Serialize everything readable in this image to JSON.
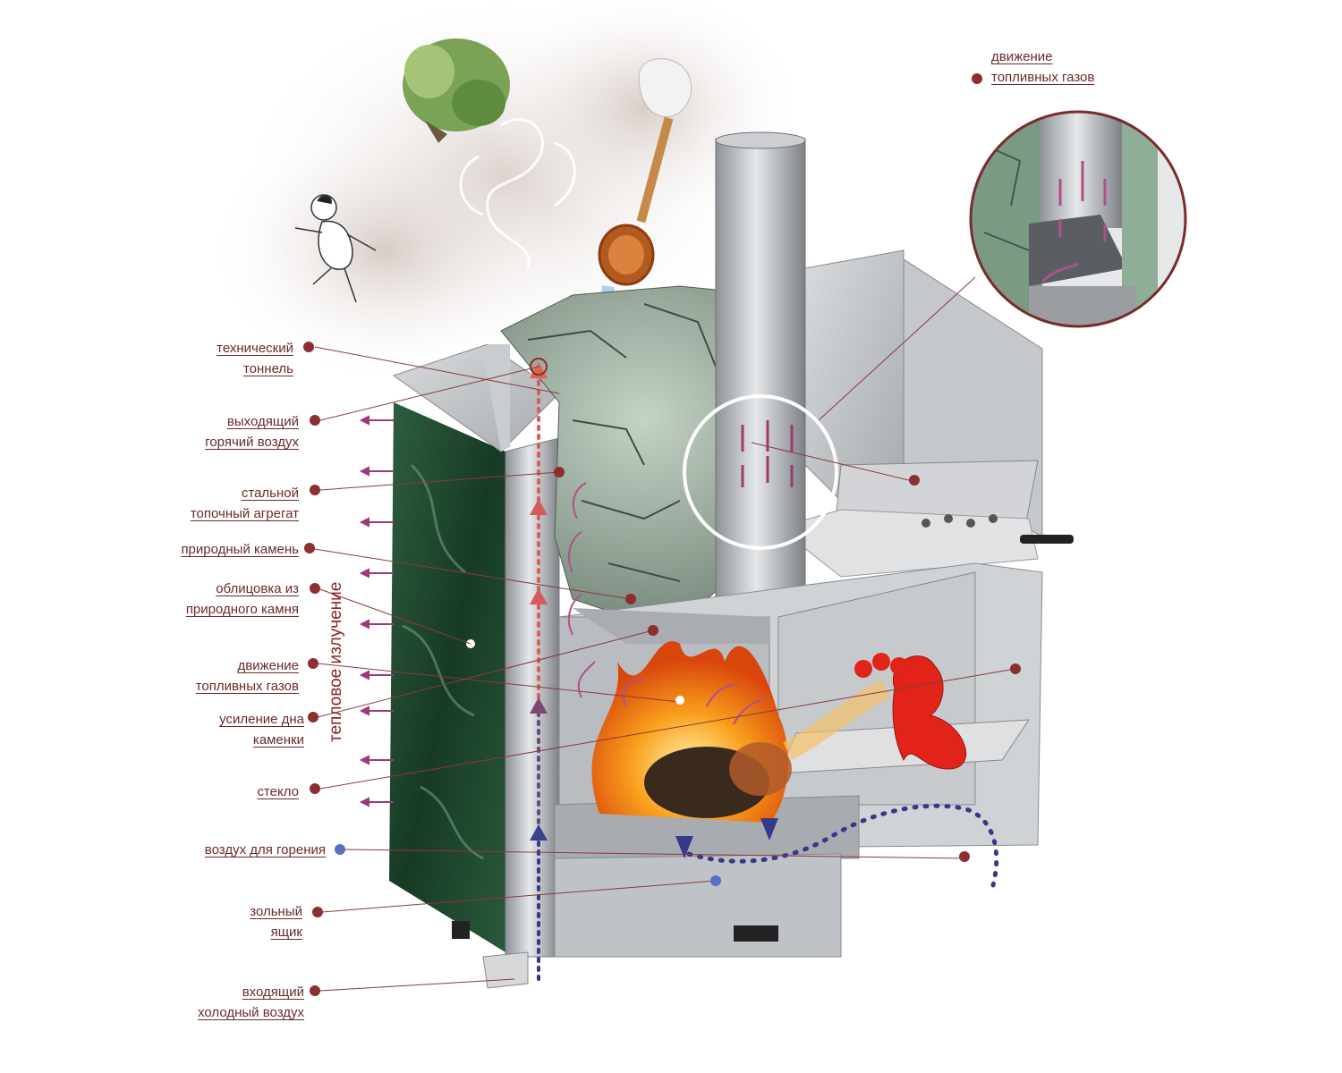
{
  "labels": {
    "tech_tunnel": [
      "технический",
      "тоннель"
    ],
    "hot_air": [
      "выходящий",
      "горячий воздух"
    ],
    "steel_unit": [
      "стальной",
      "топочный агрегат"
    ],
    "natural_stone": [
      "природный камень"
    ],
    "cladding": [
      "облицовка из",
      "природного камня"
    ],
    "fuel_gas": [
      "движение",
      "топливных газов"
    ],
    "bottom_reinforce": [
      "усиление дна",
      "каменки"
    ],
    "glass": [
      "стекло"
    ],
    "combustion_air": [
      "воздух для горения"
    ],
    "ash_box": [
      "зольный",
      "ящик"
    ],
    "cold_air": [
      "входящий",
      "холодный воздух"
    ],
    "inset_fuel_gas": [
      "движение",
      "топливных газов"
    ]
  },
  "vertical_label": "тепловое излучение",
  "colors": {
    "label_text": "#6b2a2a",
    "marker_dot": "#8b2f2f",
    "blue_dot": "#5a6ec8",
    "leader_line": "#8b3a3a",
    "steel": "#b9bcc0",
    "stone_cladding": "#1f4a2e",
    "inset_border": "#7a2b2b",
    "flame": "#f7a01a",
    "heat_arrow": "#9b3a7a"
  },
  "icons": [
    "birch-broom-icon",
    "steam-spirit-icon",
    "ladle-icon",
    "dragon-icon",
    "sauna-man-icon",
    "chimney-icon"
  ]
}
